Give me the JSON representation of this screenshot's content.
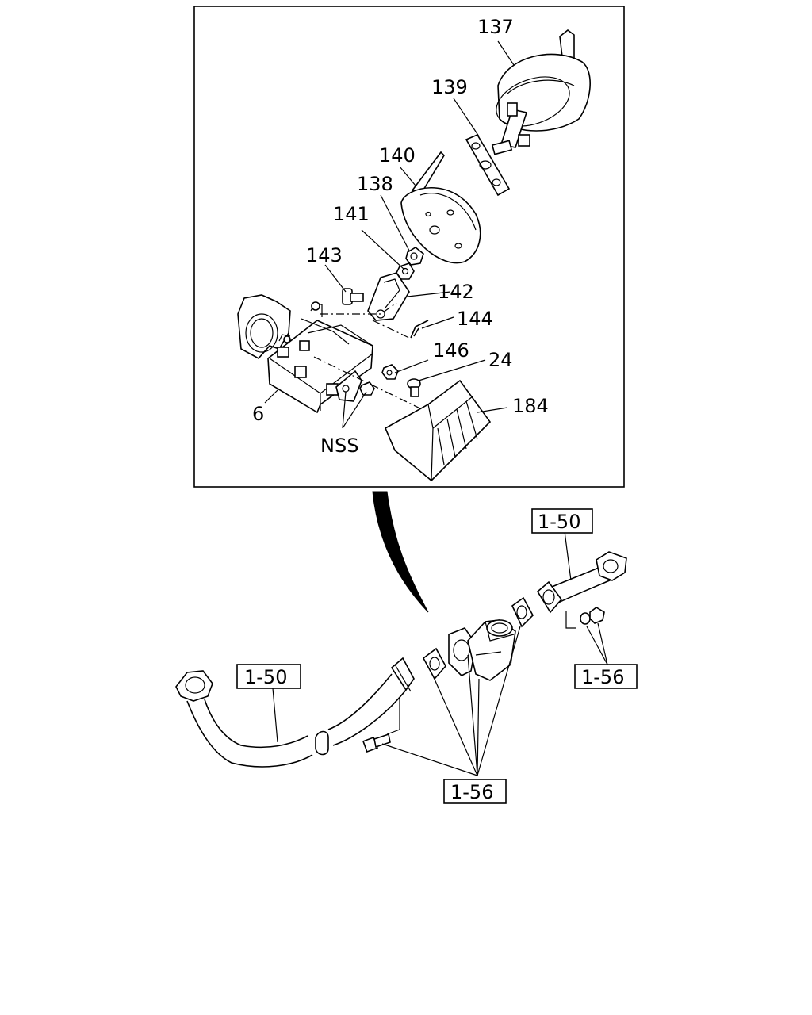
{
  "callouts": {
    "c137": "137",
    "c139": "139",
    "c140": "140",
    "c138": "138",
    "c141": "141",
    "c143": "143",
    "c142": "142",
    "c144": "144",
    "c146": "146",
    "c24": "24",
    "c184": "184",
    "c6": "6",
    "nss": "NSS"
  },
  "refs": {
    "pipe_front_top": "1-50",
    "pipe_front_left": "1-50",
    "fastener_right": "1-56",
    "fastener_bottom": "1-56"
  }
}
